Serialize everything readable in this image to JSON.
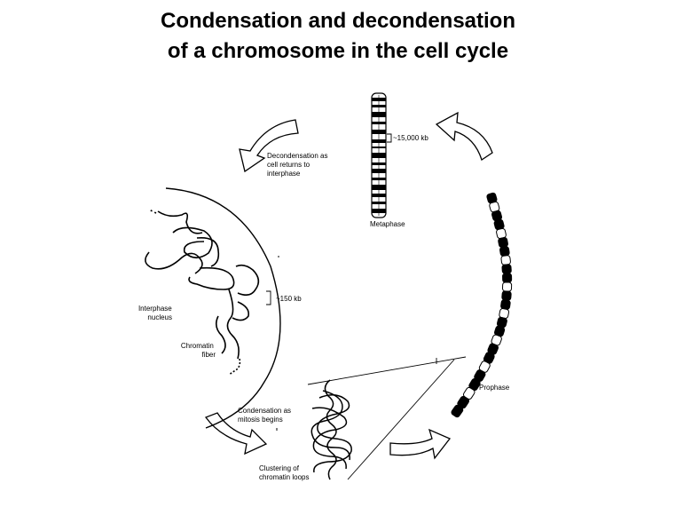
{
  "title": {
    "line1": "Condensation and decondensation",
    "line2": "of a chromosome in the cell cycle"
  },
  "labels": {
    "decondensation": [
      "Decondensation as",
      "cell returns to",
      "interphase"
    ],
    "kb15000": "~15,000 kb",
    "metaphase": "Metaphase",
    "kb150": "~150 kb",
    "interphase_nucleus": [
      "Interphase",
      "nucleus"
    ],
    "chromatin_fiber": [
      "Chromatin",
      "fiber"
    ],
    "prophase": "Prophase",
    "condensation": [
      "Condensation as",
      "mitosis begins"
    ],
    "clustering": [
      "Clustering of",
      "chromatin loops"
    ]
  }
}
